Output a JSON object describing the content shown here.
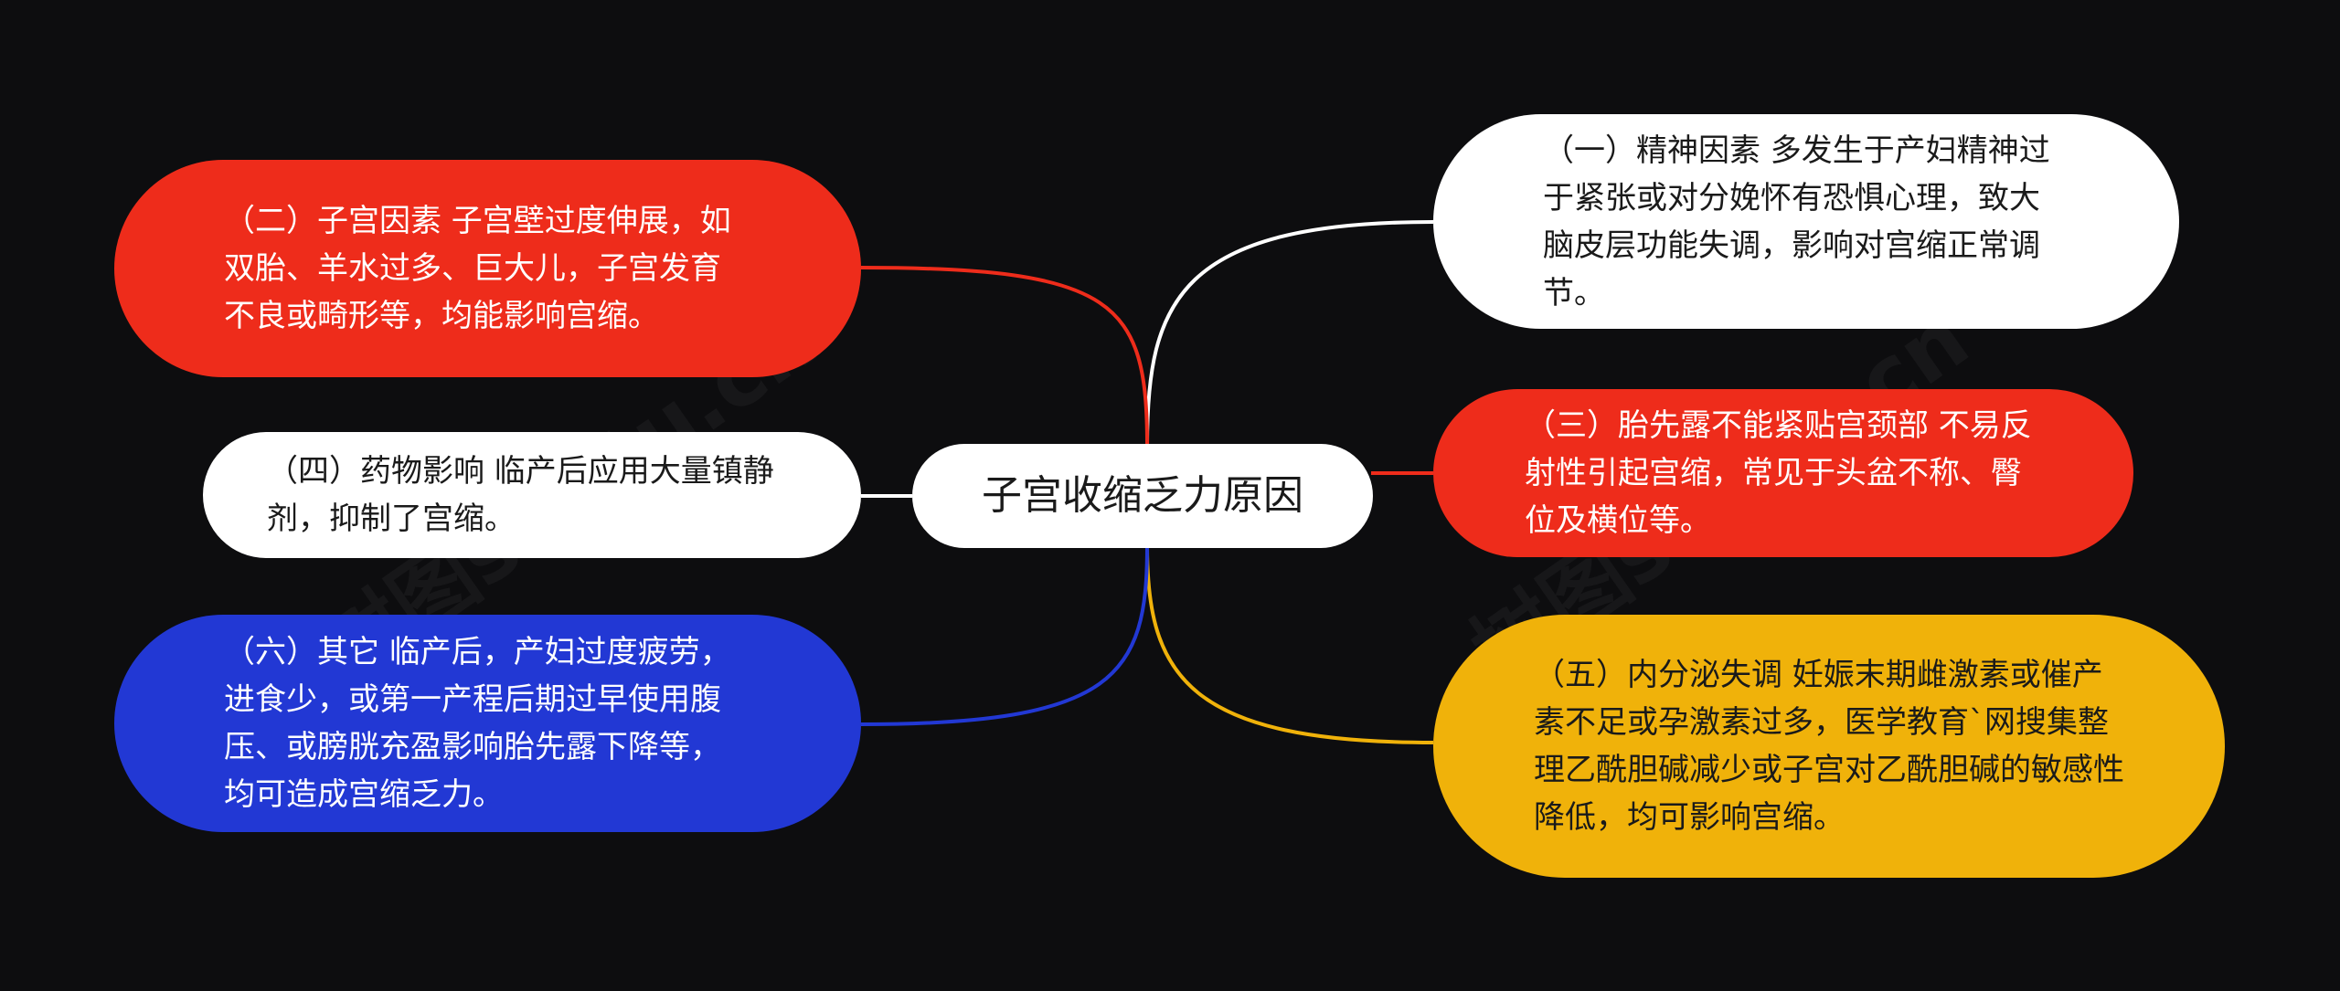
{
  "center": {
    "label": "子宫收缩乏力原因"
  },
  "nodes": {
    "n1": {
      "label": "（一）精神因素 多发生于产妇精神过于紧张或对分娩怀有恐惧心理，致大脑皮层功能失调，影响对宫缩正常调节。",
      "color": "#ffffff"
    },
    "n2": {
      "label": "（二）子宫因素 子宫壁过度伸展，如双胎、羊水过多、巨大儿，子宫发育不良或畸形等，均能影响宫缩。",
      "color": "#ee2c1b"
    },
    "n3": {
      "label": "（三）胎先露不能紧贴宫颈部 不易反射性引起宫缩，常见于头盆不称、臀位及横位等。",
      "color": "#ee2c1b"
    },
    "n4": {
      "label": "（四）药物影响 临产后应用大量镇静剂，抑制了宫缩。",
      "color": "#ffffff"
    },
    "n5": {
      "label": "（五）内分泌失调 妊娠末期雌激素或催产素不足或孕激素过多，医学教育`网搜集整理乙酰胆碱减少或子宫对乙酰胆碱的敏感性降低，均可影响宫缩。",
      "color": "#f0b20a"
    },
    "n6": {
      "label": "（六）其它 临产后，产妇过度疲劳，进食少，或第一产程后期过早使用腹压、或膀胱充盈影响胎先露下降等，均可造成宫缩乏力。",
      "color": "#2238d4"
    }
  },
  "watermark": "树图shutu.cn"
}
